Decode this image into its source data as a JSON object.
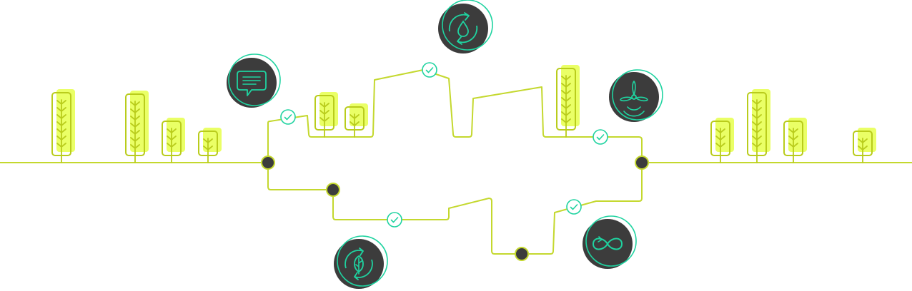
{
  "colors": {
    "line": "#c4d82e",
    "tree_fill": "#eaff66",
    "tree_stroke": "#b9cc1c",
    "teal": "#1fd3a0",
    "dark": "#3c3c3c",
    "background": "#ffffff"
  },
  "icons": [
    {
      "name": "water-cycle-icon"
    },
    {
      "name": "chat-bubble-icon"
    },
    {
      "name": "wind-turbine-icon"
    },
    {
      "name": "leaf-cycle-icon"
    },
    {
      "name": "infinity-icon"
    }
  ],
  "checkpoints": [
    {
      "name": "checkpoint-upper-left"
    },
    {
      "name": "checkpoint-upper-top"
    },
    {
      "name": "checkpoint-upper-right"
    },
    {
      "name": "checkpoint-lower-left"
    },
    {
      "name": "checkpoint-lower-right"
    }
  ]
}
